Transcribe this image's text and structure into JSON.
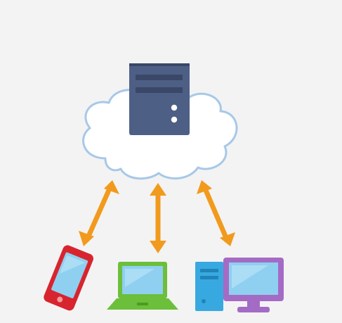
{
  "illustration": {
    "nodes": [
      {
        "id": "server",
        "icon": "server-icon",
        "within": "cloud-icon"
      },
      {
        "id": "smartphone",
        "icon": "smartphone-icon"
      },
      {
        "id": "laptop",
        "icon": "laptop-icon"
      },
      {
        "id": "desktop",
        "icon": "desktop-computer-icon"
      }
    ],
    "links": [
      {
        "from": "cloud",
        "to": "smartphone",
        "style": "bidirectional-arrow"
      },
      {
        "from": "cloud",
        "to": "laptop",
        "style": "bidirectional-arrow"
      },
      {
        "from": "cloud",
        "to": "desktop",
        "style": "bidirectional-arrow"
      }
    ]
  },
  "colors": {
    "background": "#f3f3f3",
    "cloud_fill": "#ffffff",
    "cloud_stroke": "#a7c8e8",
    "server_body": "#4e5f86",
    "server_dark": "#3a4766",
    "arrow": "#f29a1d",
    "phone_body": "#d8242e",
    "screen": "#8fd0f0",
    "laptop_body": "#6cbf3a",
    "tower_body": "#38a9e0",
    "monitor_body": "#a46bc5"
  }
}
